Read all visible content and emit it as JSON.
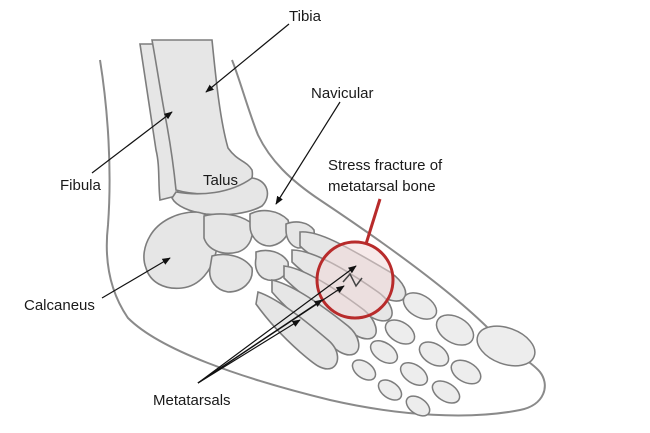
{
  "labels": {
    "tibia": "Tibia",
    "navicular": "Navicular",
    "fibula": "Fibula",
    "talus": "Talus",
    "fracture_line1": "Stress fracture of",
    "fracture_line2": "metatarsal bone",
    "calcaneus": "Calcaneus",
    "metatarsals": "Metatarsals"
  },
  "colors": {
    "outline": "#8a8a8a",
    "skin": "#ffffff",
    "bone": "#e6e6e6",
    "bone_edge": "#7d7d7d",
    "leader": "#111111",
    "highlight": "#b82b2b",
    "highlight_fill": "#f1d8d8"
  }
}
